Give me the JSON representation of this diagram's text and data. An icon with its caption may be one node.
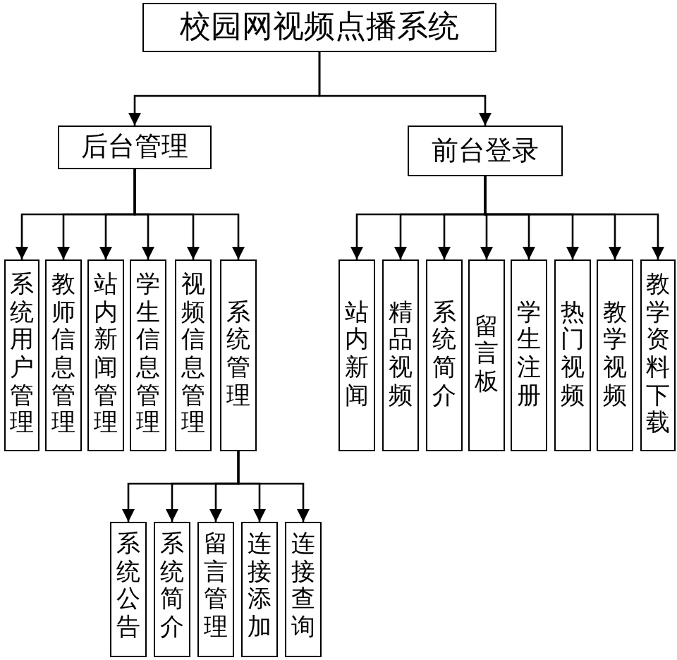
{
  "diagram": {
    "nodes": [
      {
        "text": [
          "校园网视频点播系统"
        ]
      },
      {
        "text": [
          "后台管理"
        ]
      },
      {
        "text": [
          "前台登录"
        ]
      },
      {
        "text": [
          "系统用户管理"
        ]
      },
      {
        "text": [
          "教师信息管理"
        ]
      },
      {
        "text": [
          "站内新闻管理"
        ]
      },
      {
        "text": [
          "学生信息管理"
        ]
      },
      {
        "text": [
          "视频信息管理"
        ]
      },
      {
        "text": [
          "系统管理"
        ]
      },
      {
        "text": [
          "站内新闻"
        ]
      },
      {
        "text": [
          "精品视频"
        ]
      },
      {
        "text": [
          "系统简介"
        ]
      },
      {
        "text": [
          "留言板"
        ]
      },
      {
        "text": [
          "学生注册"
        ]
      },
      {
        "text": [
          "热门视频"
        ]
      },
      {
        "text": [
          "教学视频"
        ]
      },
      {
        "text": [
          "教学资料下载"
        ]
      },
      {
        "text": [
          "系统公告"
        ]
      },
      {
        "text": [
          "系统简介"
        ]
      },
      {
        "text": [
          "留言管理"
        ]
      },
      {
        "text": [
          "连接添加"
        ]
      },
      {
        "text": [
          "连接查询"
        ]
      }
    ],
    "edges": [
      {
        "from": 0,
        "to": 1,
        "arrow": "to"
      },
      {
        "from": 0,
        "to": 2,
        "arrow": "to"
      },
      {
        "from": 1,
        "to": 3,
        "arrow": "to"
      },
      {
        "from": 1,
        "to": 4,
        "arrow": "to"
      },
      {
        "from": 1,
        "to": 5,
        "arrow": "to"
      },
      {
        "from": 1,
        "to": 6,
        "arrow": "to"
      },
      {
        "from": 1,
        "to": 7,
        "arrow": "to"
      },
      {
        "from": 1,
        "to": 8,
        "arrow": "to"
      },
      {
        "from": 2,
        "to": 9,
        "arrow": "to"
      },
      {
        "from": 2,
        "to": 10,
        "arrow": "to"
      },
      {
        "from": 2,
        "to": 11,
        "arrow": "to"
      },
      {
        "from": 2,
        "to": 12,
        "arrow": "to"
      },
      {
        "from": 2,
        "to": 13,
        "arrow": "to"
      },
      {
        "from": 2,
        "to": 14,
        "arrow": "to"
      },
      {
        "from": 2,
        "to": 15,
        "arrow": "to"
      },
      {
        "from": 2,
        "to": 16,
        "arrow": "to"
      },
      {
        "from": 8,
        "to": 17,
        "arrow": "to"
      },
      {
        "from": 8,
        "to": 18,
        "arrow": "to"
      },
      {
        "from": 8,
        "to": 19,
        "arrow": "to"
      },
      {
        "from": 8,
        "to": 20,
        "arrow": "to"
      },
      {
        "from": 8,
        "to": 21,
        "arrow": "to"
      }
    ]
  }
}
